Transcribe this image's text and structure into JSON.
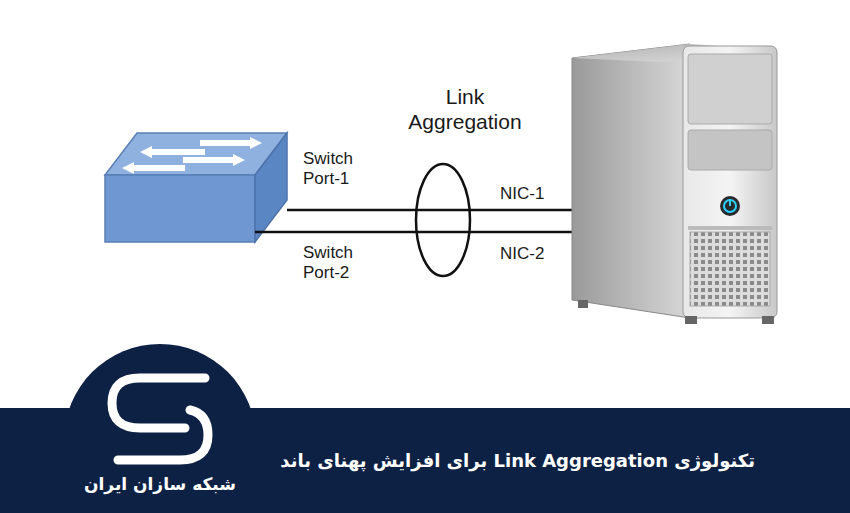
{
  "diagram": {
    "title": "تکنولوژی Link Aggregation برای افزایش پهنای باند",
    "labels": [
      "Link Aggregation",
      "Switch Port-1",
      "Switch Port-2",
      "NIC-1",
      "NIC-2",
      "شبکه سازان ایران"
    ]
  }
}
